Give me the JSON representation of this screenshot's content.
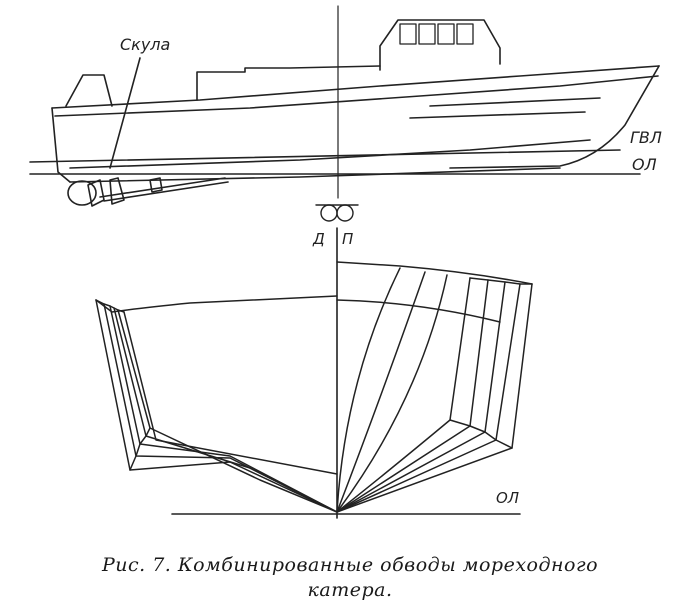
{
  "labels": {
    "chine": "Скула",
    "dwl": "ГВЛ",
    "baseline_profile": "ОЛ",
    "baseline_body": "ОЛ",
    "aft": "Д",
    "fwd": "П"
  },
  "caption": {
    "line1": "Рис. 7. Комбинированные обводы мореходного",
    "line2": "катера."
  }
}
